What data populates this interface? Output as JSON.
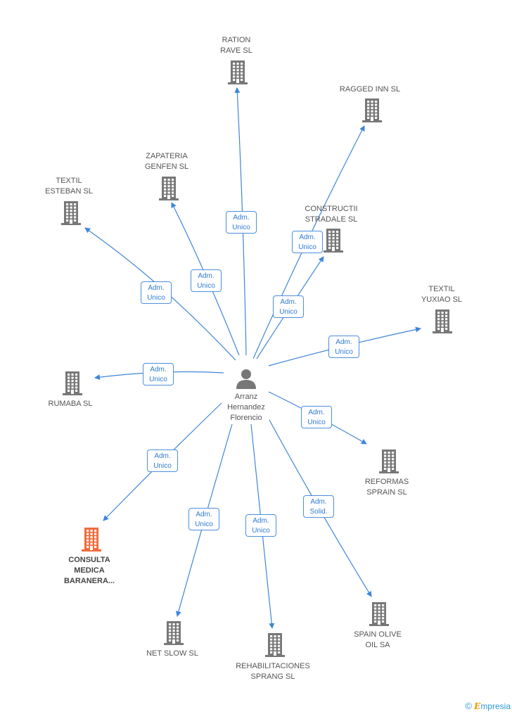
{
  "center": {
    "name_lines": [
      "Arranz",
      "Hernandez",
      "Florencio"
    ],
    "icon": "person-icon"
  },
  "colors": {
    "edge": "#3f86d8",
    "building": "#777777",
    "highlight_building": "#f26a3a",
    "badge_text": "#2f7bd4"
  },
  "nodes": [
    {
      "id": "ration",
      "lines": [
        "RATION",
        "RAVE SL"
      ],
      "icon": "building-icon"
    },
    {
      "id": "ragged",
      "lines": [
        "RAGGED INN SL"
      ],
      "icon": "building-icon"
    },
    {
      "id": "zapateria",
      "lines": [
        "ZAPATERIA",
        "GENFEN SL"
      ],
      "icon": "building-icon"
    },
    {
      "id": "textil_esteban",
      "lines": [
        "TEXTIL",
        "ESTEBAN  SL"
      ],
      "icon": "building-icon"
    },
    {
      "id": "constructii",
      "lines": [
        "CONSTRUCTII",
        "STRADALE SL"
      ],
      "icon": "building-icon"
    },
    {
      "id": "textil_yuxiao",
      "lines": [
        "TEXTIL",
        "YUXIAO SL"
      ],
      "icon": "building-icon"
    },
    {
      "id": "rumaba",
      "lines": [
        "RUMABA SL"
      ],
      "icon": "building-icon"
    },
    {
      "id": "reformas",
      "lines": [
        "REFORMAS",
        "SPRAIN SL"
      ],
      "icon": "building-icon"
    },
    {
      "id": "consulta",
      "lines": [
        "CONSULTA",
        "MEDICA",
        "BARANERA..."
      ],
      "icon": "building-icon",
      "highlight": true
    },
    {
      "id": "spain_olive",
      "lines": [
        "SPAIN OLIVE",
        "OIL SA"
      ],
      "icon": "building-icon"
    },
    {
      "id": "netslow",
      "lines": [
        "NET SLOW SL"
      ],
      "icon": "building-icon"
    },
    {
      "id": "rehab",
      "lines": [
        "REHABILITACIONES",
        "SPRANG SL"
      ],
      "icon": "building-icon"
    }
  ],
  "edges": [
    {
      "to": "ration",
      "badge": [
        "Adm.",
        "Unico"
      ]
    },
    {
      "to": "ragged",
      "badge": [
        "Adm.",
        "Unico"
      ]
    },
    {
      "to": "zapateria",
      "badge": [
        "Adm.",
        "Unico"
      ]
    },
    {
      "to": "textil_esteban",
      "badge": [
        "Adm.",
        "Unico"
      ]
    },
    {
      "to": "constructii",
      "badge": [
        "Adm.",
        "Unico"
      ]
    },
    {
      "to": "textil_yuxiao",
      "badge": [
        "Adm.",
        "Unico"
      ]
    },
    {
      "to": "rumaba",
      "badge": [
        "Adm.",
        "Unico"
      ]
    },
    {
      "to": "reformas",
      "badge": [
        "Adm.",
        "Unico"
      ]
    },
    {
      "to": "consulta",
      "badge": [
        "Adm.",
        "Unico"
      ]
    },
    {
      "to": "spain_olive",
      "badge": [
        "Adm.",
        "Solid."
      ]
    },
    {
      "to": "netslow",
      "badge": [
        "Adm.",
        "Unico"
      ]
    },
    {
      "to": "rehab",
      "badge": [
        "Adm.",
        "Unico"
      ]
    }
  ],
  "footer": {
    "copyright": "©",
    "brand_first": "E",
    "brand_rest": "mpresia"
  }
}
